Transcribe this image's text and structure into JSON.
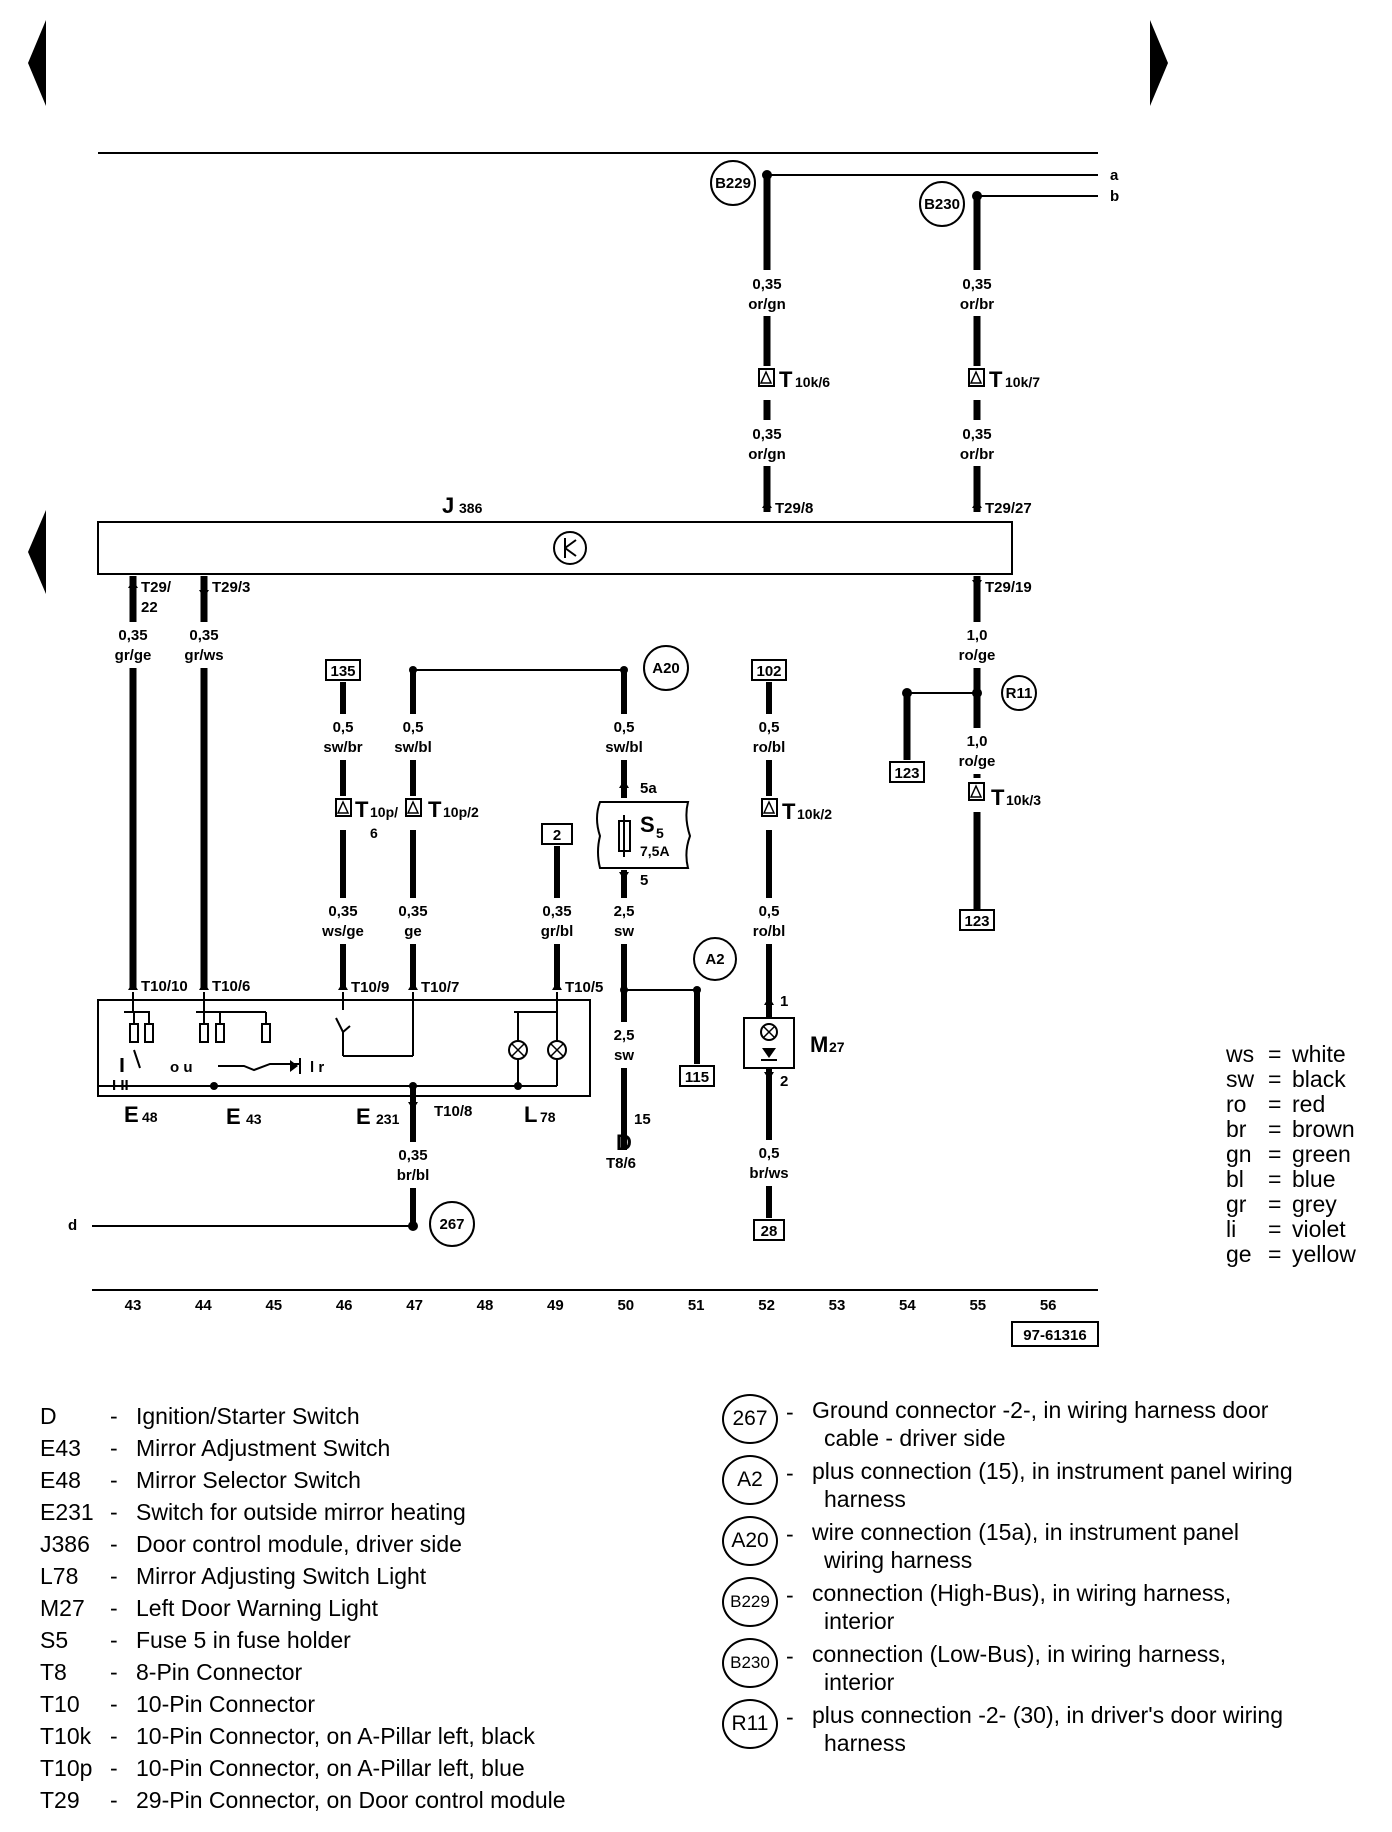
{
  "wire_labels": {
    "b229_gauge": "0,35",
    "b229_color": "or/gn",
    "b229_gauge2": "0,35",
    "b229_color2": "or/gn",
    "b230_gauge": "0,35",
    "b230_color": "or/br",
    "b230_gauge2": "0,35",
    "b230_color2": "or/br",
    "c43_gauge": "0,35",
    "c43_color": "gr/ge",
    "c44_gauge": "0,35",
    "c44_color": "gr/ws",
    "c46_gauge": "0,5",
    "c46_color": "sw/br",
    "c46_gauge2": "0,35",
    "c46_color2": "ws/ge",
    "c47_gauge": "0,5",
    "c47_color": "sw/bl",
    "c47_gauge2": "0,35",
    "c47_color2": "ge",
    "c49_gauge": "0,35",
    "c49_color": "gr/bl",
    "c50_gauge": "0,5",
    "c50_color": "sw/bl",
    "c50_gauge2": "2,5",
    "c50_color2": "sw",
    "c50_gauge3": "2,5",
    "c50_color3": "sw",
    "c52_gauge": "0,5",
    "c52_color": "ro/bl",
    "c52_gauge2": "0,5",
    "c52_color2": "ro/bl",
    "c52_gauge3": "0,5",
    "c52_color3": "br/ws",
    "c55_gauge": "1,0",
    "c55_color": "ro/ge",
    "c55_gauge2": "1,0",
    "c55_color2": "ro/ge",
    "ground_gauge": "0,35",
    "ground_color": "br/bl"
  },
  "connectors": {
    "t10k6": "10k/6",
    "t10k7": "10k/7",
    "t10k2": "10k/2",
    "t10k3": "10k/3",
    "t10p6a": "10p/",
    "t10p6b": "6",
    "t10p2": "10p/2",
    "t29_8": "T29/8",
    "t29_27": "T29/27",
    "t29_22a": "T29/",
    "t29_22b": "22",
    "t29_3": "T29/3",
    "t29_19": "T29/19",
    "t10_10": "T10/10",
    "t10_6": "T10/6",
    "t10_9": "T10/9",
    "t10_7": "T10/7",
    "t10_5": "T10/5",
    "t10_8": "T10/8",
    "t8_6": "T8/6",
    "pin5a": "5a",
    "pin5": "5",
    "pin15": "15",
    "pin1": "1",
    "pin2": "2",
    "bus_a": "a",
    "bus_b": "b",
    "line_d": "d"
  },
  "circles": {
    "b229": "B229",
    "b230": "B230",
    "a20": "A20",
    "a2": "A2",
    "r11": "R11",
    "g267": "267"
  },
  "boxes": {
    "b135": "135",
    "b102": "102",
    "b2": "2",
    "b123a": "123",
    "b123b": "123",
    "b115": "115",
    "b28": "28"
  },
  "components": {
    "j386_main": "J",
    "j386_sub": "386",
    "s5_main": "S",
    "s5_sub": "5",
    "s5_rating": "7,5A",
    "m27_main": "M",
    "m27_sub": "27",
    "e48_main": "E",
    "e48_sub": "48",
    "e43_main": "E",
    "e43_sub": "43",
    "e231_main": "E",
    "e231_sub": "231",
    "l78_main": "L",
    "l78_sub": "78",
    "d_main": "D",
    "sw_marks_1": "I II",
    "sw_marks_2": "o u",
    "sw_marks_3": "l r"
  },
  "columns": [
    "43",
    "44",
    "45",
    "46",
    "47",
    "48",
    "49",
    "50",
    "51",
    "52",
    "53",
    "54",
    "55",
    "56"
  ],
  "figure_id": "97-61316",
  "key_left": [
    {
      "code": "D",
      "text": "Ignition/Starter Switch"
    },
    {
      "code": "E43",
      "text": "Mirror Adjustment Switch"
    },
    {
      "code": "E48",
      "text": "Mirror Selector Switch"
    },
    {
      "code": "E231",
      "text": "Switch for outside mirror heating"
    },
    {
      "code": "J386",
      "text": "Door control module, driver side"
    },
    {
      "code": "L78",
      "text": "Mirror Adjusting Switch Light"
    },
    {
      "code": "M27",
      "text": "Left Door Warning Light"
    },
    {
      "code": "S5",
      "text": "Fuse 5 in fuse holder"
    },
    {
      "code": "T8",
      "text": "8-Pin Connector"
    },
    {
      "code": "T10",
      "text": "10-Pin Connector"
    },
    {
      "code": "T10k",
      "text": "10-Pin Connector, on A-Pillar left, black"
    },
    {
      "code": "T10p",
      "text": "10-Pin Connector, on A-Pillar left, blue"
    },
    {
      "code": "T29",
      "text": "29-Pin Connector, on Door control module"
    }
  ],
  "key_right": [
    {
      "badge": "267",
      "line1": "Ground connector -2-, in wiring harness door",
      "line2": "cable - driver side"
    },
    {
      "badge": "A2",
      "line1": "plus connection (15), in instrument panel wiring",
      "line2": "harness"
    },
    {
      "badge": "A20",
      "line1": "wire connection (15a), in instrument panel",
      "line2": "wiring harness"
    },
    {
      "badge": "B229",
      "line1": "connection (High-Bus), in wiring harness,",
      "line2": "interior"
    },
    {
      "badge": "B230",
      "line1": "connection (Low-Bus), in wiring harness,",
      "line2": "interior"
    },
    {
      "badge": "R11",
      "line1": "plus connection -2- (30), in driver's door wiring",
      "line2": "harness"
    }
  ],
  "color_key": [
    {
      "abbr": "ws",
      "name": "white"
    },
    {
      "abbr": "sw",
      "name": "black"
    },
    {
      "abbr": "ro",
      "name": "red"
    },
    {
      "abbr": "br",
      "name": "brown"
    },
    {
      "abbr": "gn",
      "name": "green"
    },
    {
      "abbr": "bl",
      "name": "blue"
    },
    {
      "abbr": "gr",
      "name": "grey"
    },
    {
      "abbr": "li",
      "name": "violet"
    },
    {
      "abbr": "ge",
      "name": "yellow"
    }
  ]
}
